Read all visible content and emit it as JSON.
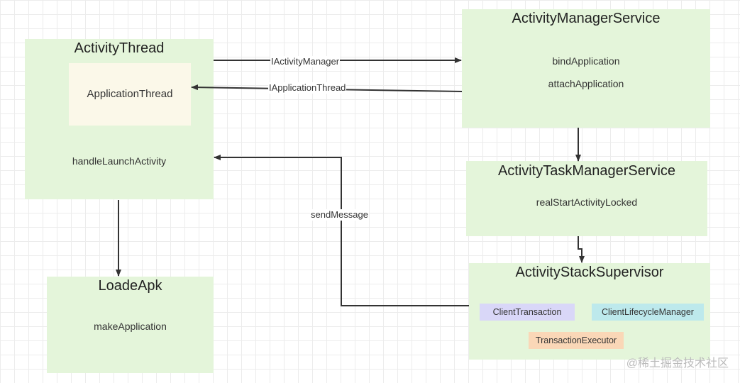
{
  "nodes": {
    "activity_thread": {
      "title": "ActivityThread",
      "items": [
        "handleLaunchActivity"
      ]
    },
    "application_thread": {
      "title": "ApplicationThread"
    },
    "ams": {
      "title": "ActivityManagerService",
      "items": [
        "bindApplication",
        "attachApplication"
      ]
    },
    "atms": {
      "title": "ActivityTaskManagerService",
      "items": [
        "realStartActivityLocked"
      ]
    },
    "stack_supervisor": {
      "title": "ActivityStackSupervisor",
      "chips": [
        {
          "label": "ClientTransaction",
          "color": "#d9d7f8"
        },
        {
          "label": "ClientLifecycleManager",
          "color": "#bde9ec"
        },
        {
          "label": "TransactionExecutor",
          "color": "#fad7b7"
        }
      ]
    },
    "loaded_apk": {
      "title": "LoadeApk",
      "items": [
        "makeApplication"
      ]
    }
  },
  "edges": {
    "iactivity_manager": "IActivityManager",
    "iapplication_thread": "IApplicationThread",
    "send_message": "sendMessage"
  },
  "watermark": "@稀土掘金技术社区",
  "colors": {
    "box_fill": "#e4f5da",
    "inner_box_fill": "#fbf8e9",
    "arrow": "#333333"
  }
}
